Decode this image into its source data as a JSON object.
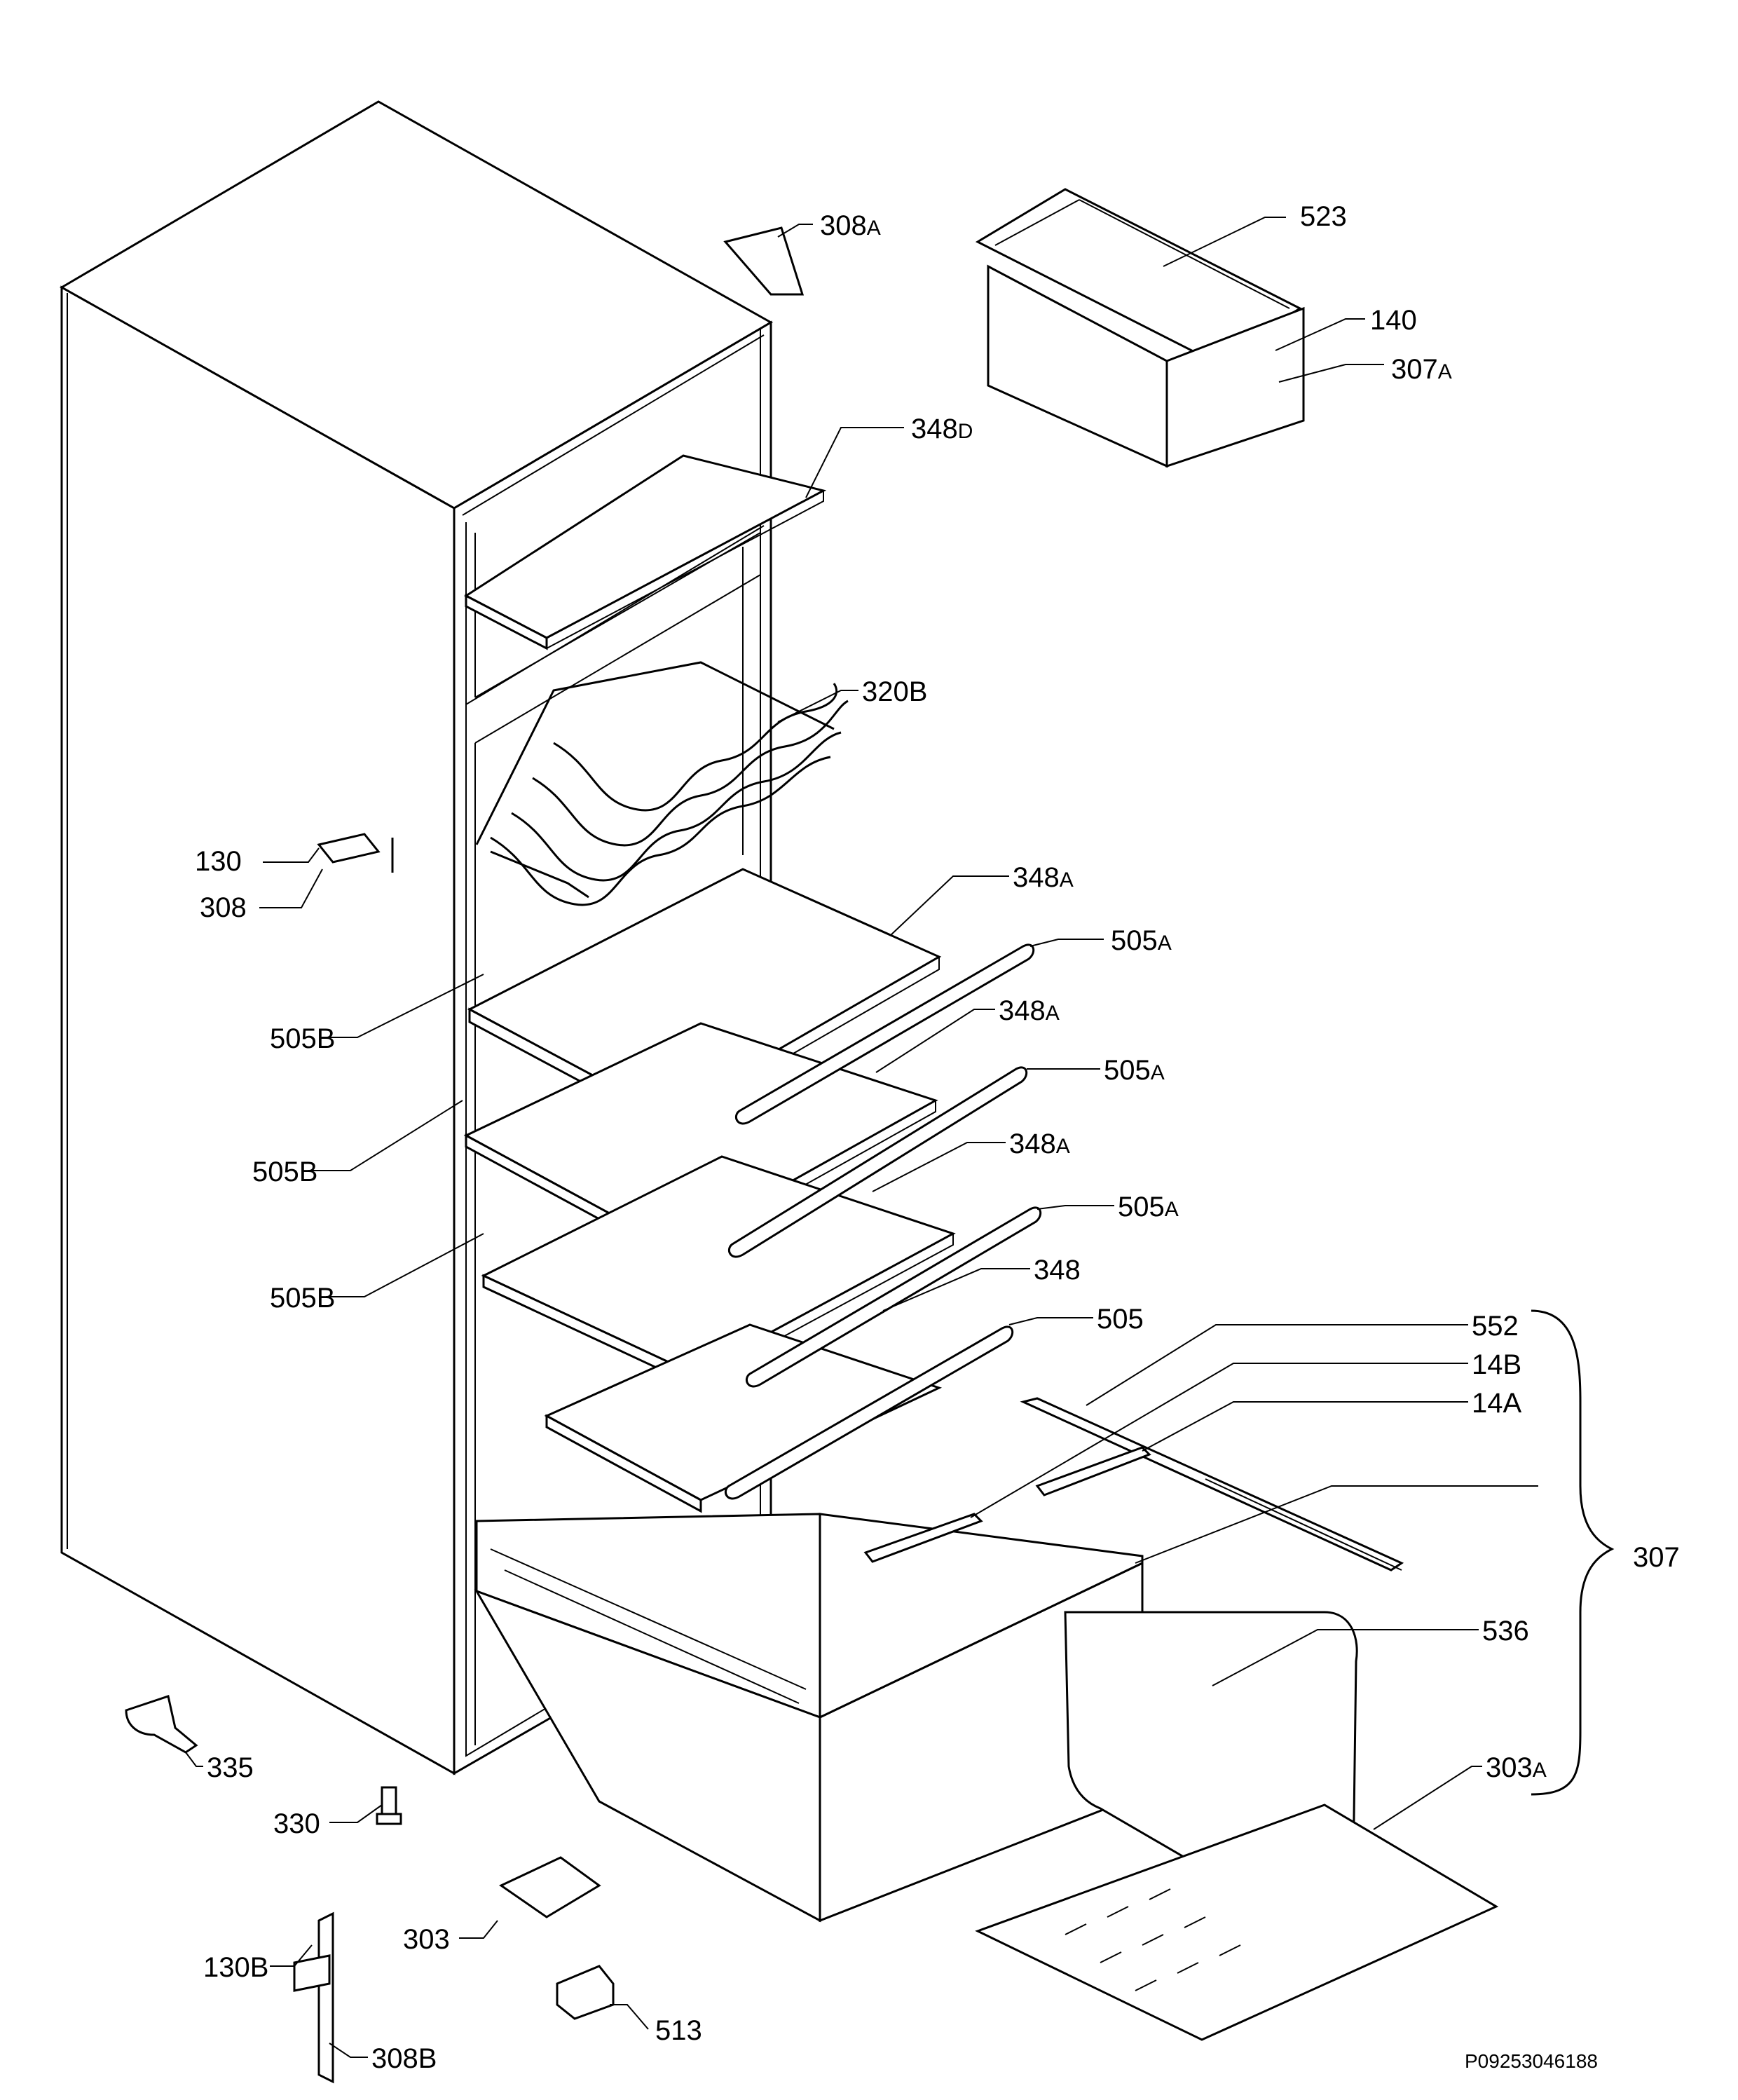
{
  "labels": {
    "l523": "523",
    "l140": "140",
    "l307A_num": "307",
    "l307A_sub": "A",
    "l308A_num": "308",
    "l308A_sub": "A",
    "l348D_num": "348",
    "l348D_sub": "D",
    "l320B": "320B",
    "l130": "130",
    "l308": "308",
    "l348A1_num": "348",
    "l348A1_sub": "A",
    "l505A1_num": "505",
    "l505A1_sub": "A",
    "l505B1": "505B",
    "l348A2_num": "348",
    "l348A2_sub": "A",
    "l505A2_num": "505",
    "l505A2_sub": "A",
    "l505B2": "505B",
    "l348A3_num": "348",
    "l348A3_sub": "A",
    "l505A3_num": "505",
    "l505A3_sub": "A",
    "l505B3": "505B",
    "l348": "348",
    "l505": "505",
    "l552": "552",
    "l14B": "14B",
    "l14A": "14A",
    "l307": "307",
    "l536": "536",
    "l303A_num": "303",
    "l303A_sub": "A",
    "l335": "335",
    "l330": "330",
    "l303": "303",
    "l130B": "130B",
    "l308B": "308B",
    "l513": "513"
  },
  "drawing_code": "P09253046188"
}
